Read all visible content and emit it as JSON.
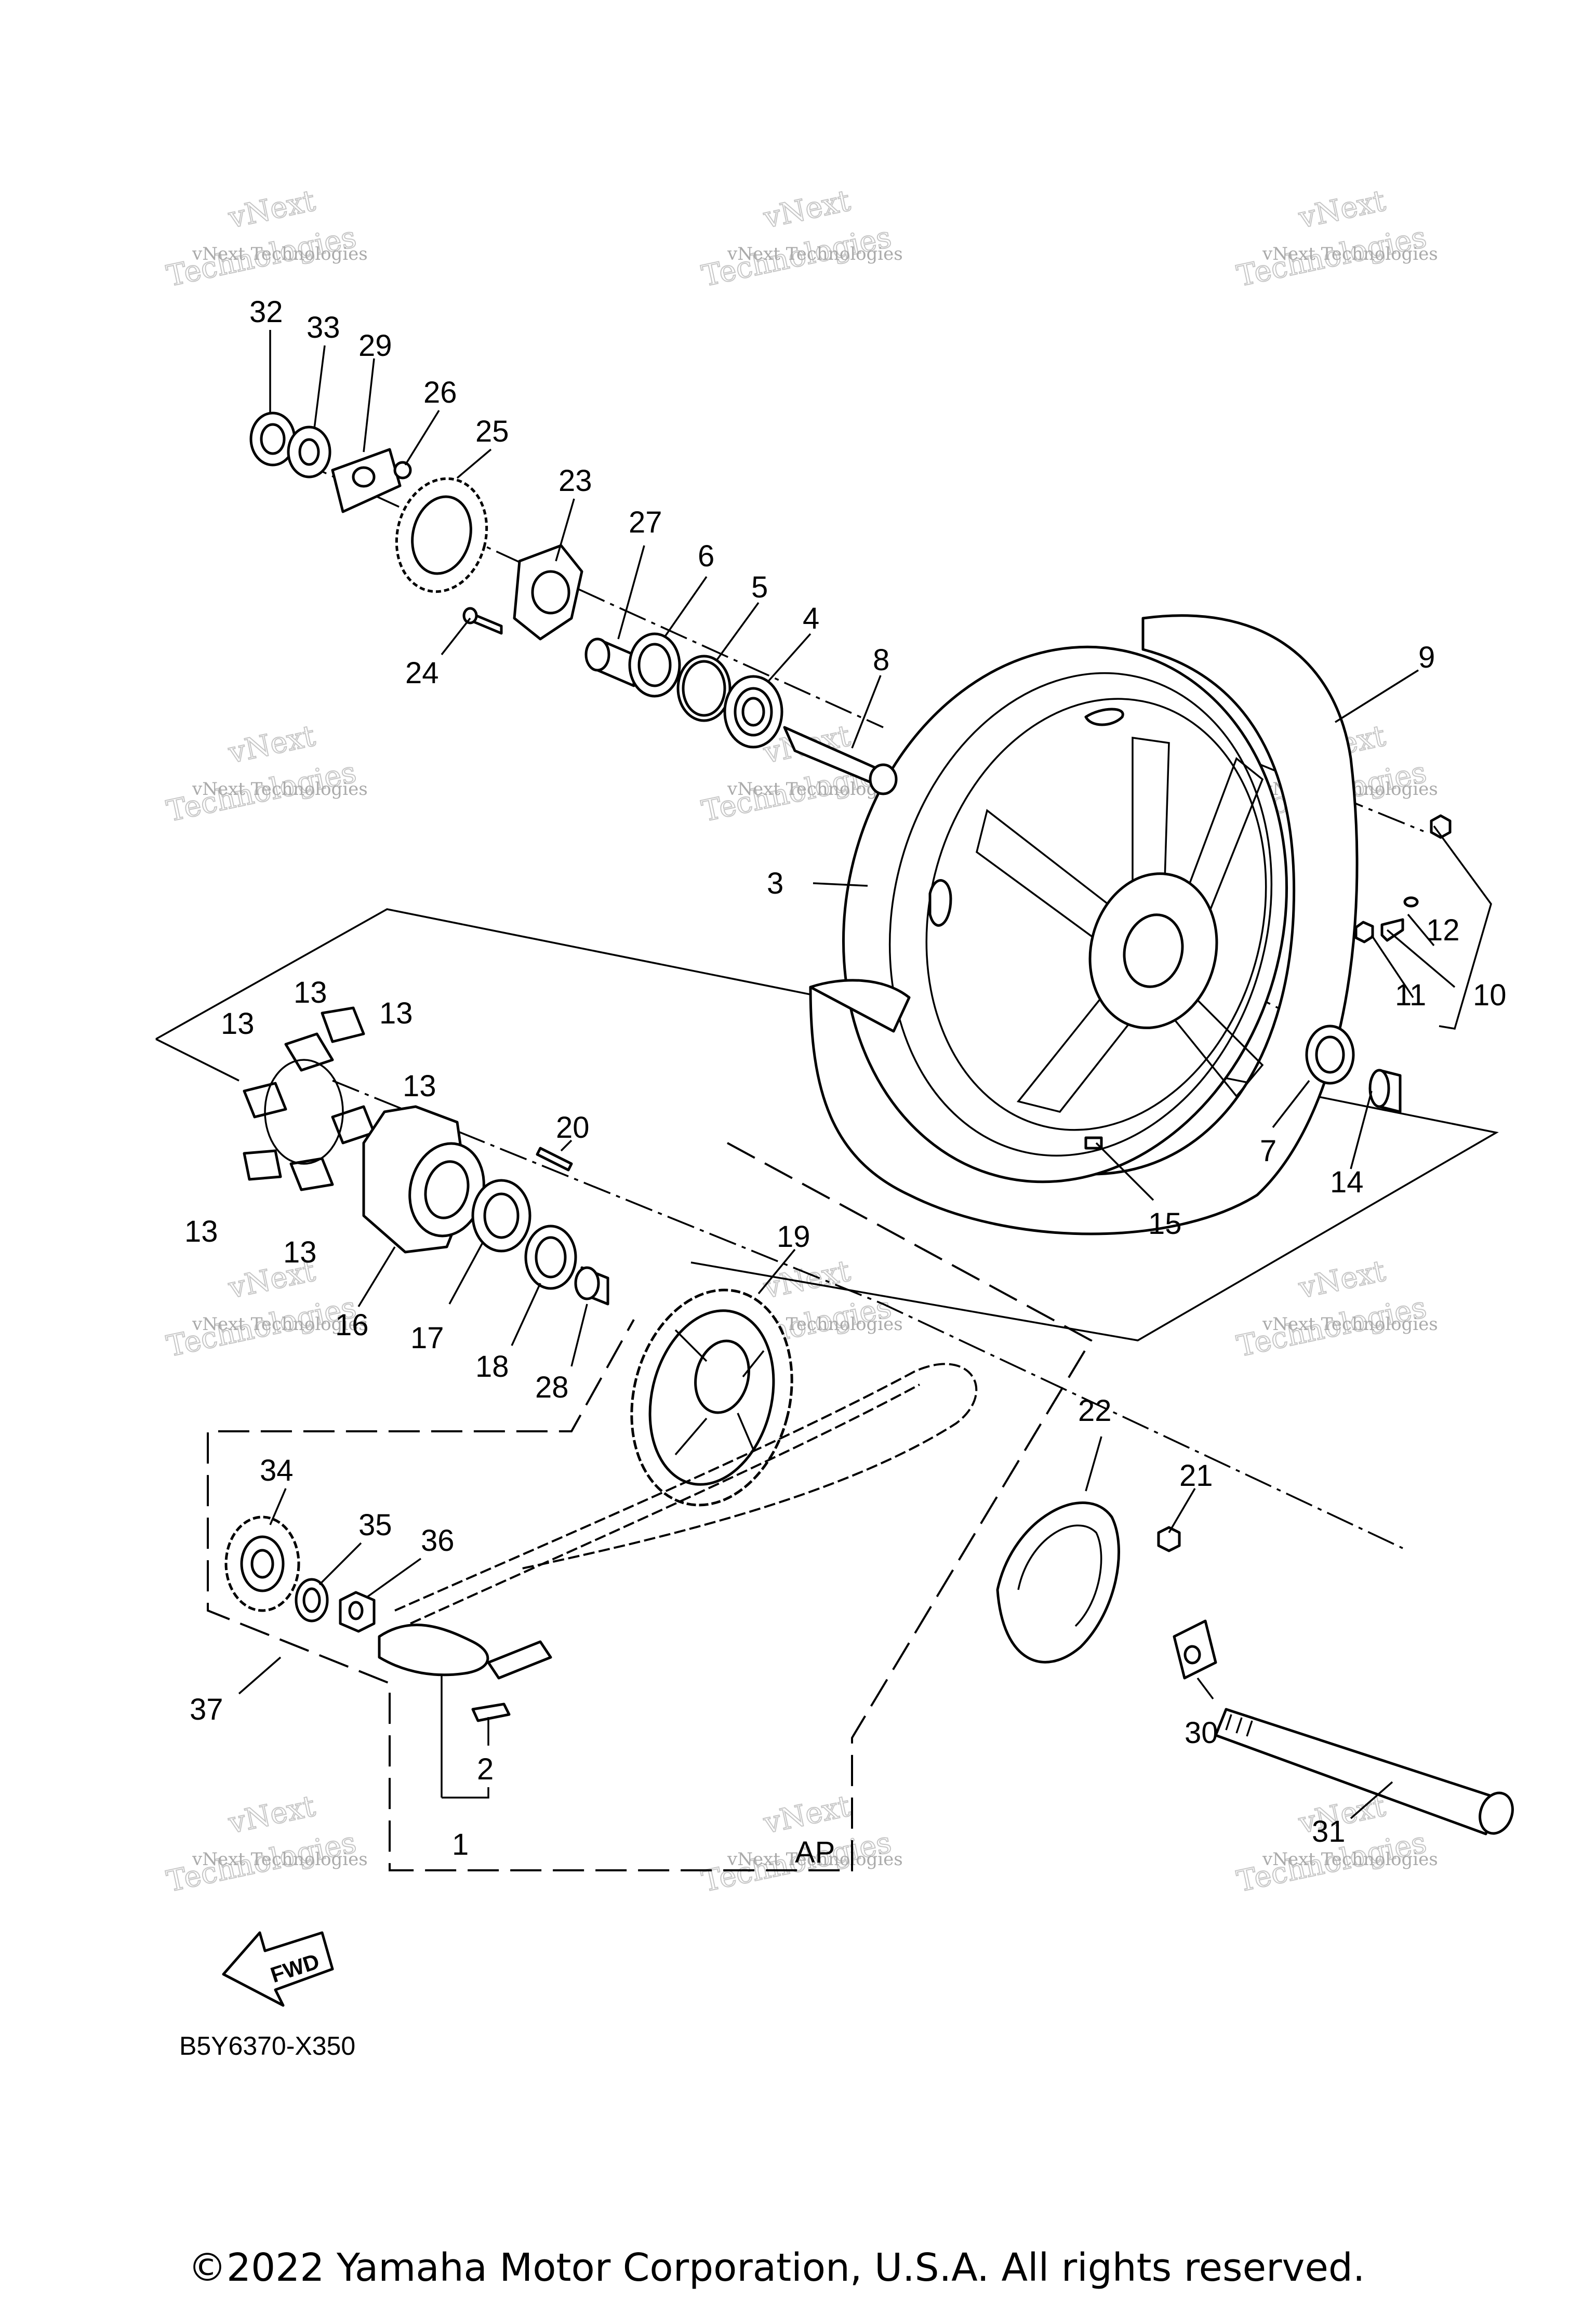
{
  "diagram": {
    "callouts": [
      "1",
      "2",
      "3",
      "4",
      "5",
      "6",
      "7",
      "8",
      "9",
      "10",
      "11",
      "12",
      "13",
      "13",
      "13",
      "13",
      "13",
      "13",
      "14",
      "15",
      "16",
      "17",
      "18",
      "19",
      "20",
      "21",
      "22",
      "23",
      "24",
      "25",
      "26",
      "27",
      "28",
      "29",
      "30",
      "31",
      "32",
      "33",
      "34",
      "35",
      "36",
      "37"
    ],
    "ap_label": "AP",
    "fwd_label": "FWD",
    "diagram_code": "B5Y6370-X350",
    "copyright": "©2022 Yamaha Motor Corporation, U.S.A. All rights reserved.",
    "watermark": {
      "line1": "vNext Technologies",
      "line2": "Technologies",
      "overlay": "vNext"
    }
  }
}
